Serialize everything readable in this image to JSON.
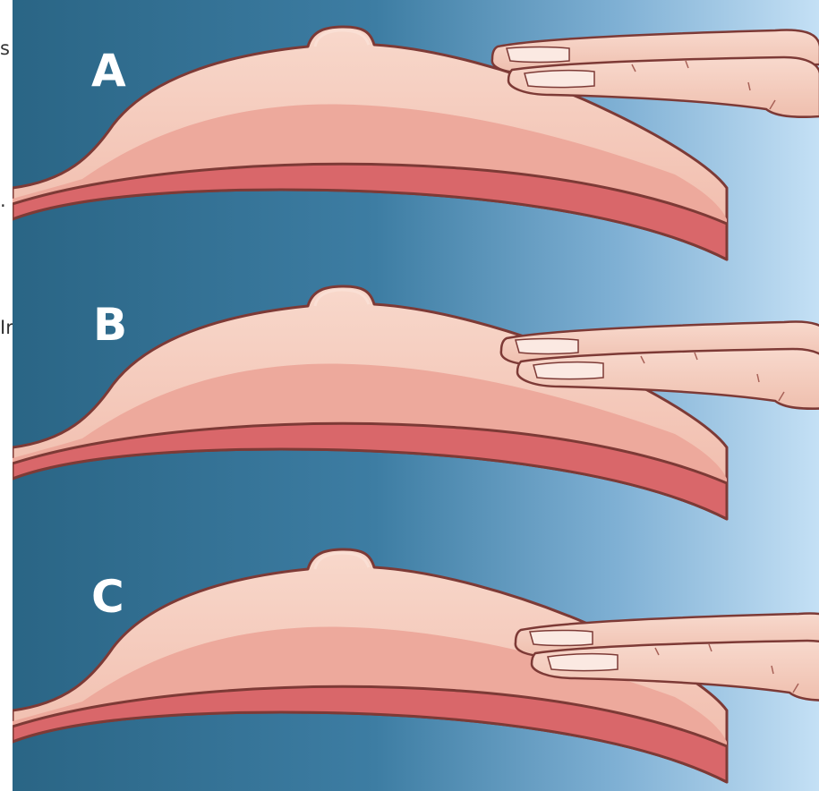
{
  "figure": {
    "edge_fragments": [
      "s",
      ".",
      "Ir"
    ],
    "panels": [
      {
        "label": "A"
      },
      {
        "label": "B"
      },
      {
        "label": "C"
      }
    ]
  },
  "colors": {
    "background_dark": "#2a6585",
    "background_light": "#b9daf2",
    "skin_light": "#f6cfc0",
    "tissue_mid": "#eda99c",
    "tissue_deep": "#d9676a",
    "outline": "#7d3a36",
    "nail": "#fbe9e2"
  }
}
